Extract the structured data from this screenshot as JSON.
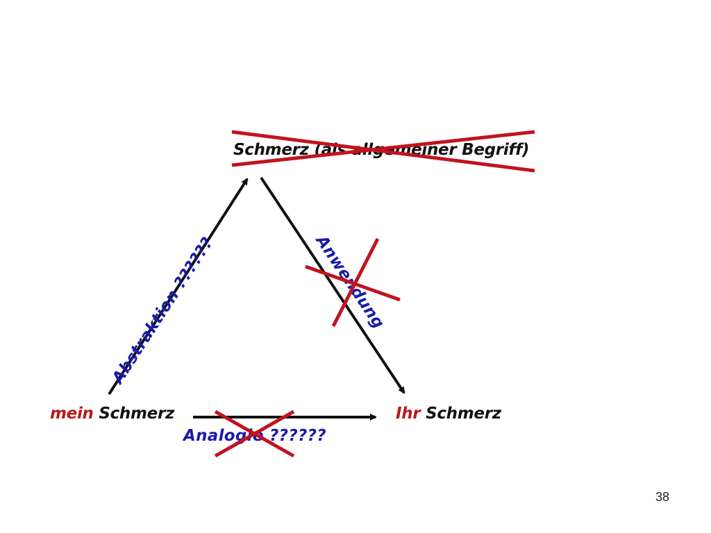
{
  "slide": {
    "top_node": {
      "text": "Schmerz (als allgemeiner Begriff)"
    },
    "left_node": {
      "highlight": "mein",
      "rest": " Schmerz"
    },
    "right_node": {
      "highlight": "Ihr",
      "rest": " Schmerz"
    },
    "edges": {
      "abstraction": "Abstraktion ??????",
      "application": "Anwendung",
      "analogy": "Analogie ??????"
    },
    "page_number": "38"
  },
  "colors": {
    "arrow": "#111111",
    "cross": "#c0141e",
    "edge_label": "#1a1aa8",
    "highlight": "#b81a1a"
  }
}
